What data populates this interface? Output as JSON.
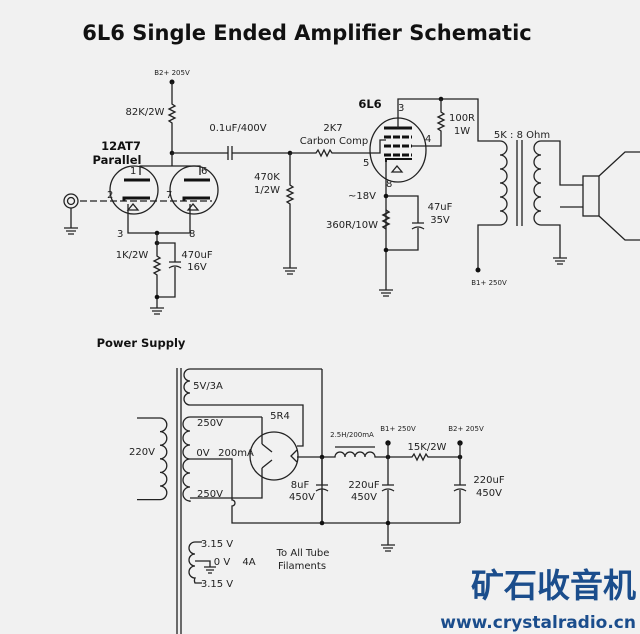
{
  "title": "6L6 Single Ended Amplifier Schematic",
  "amplifier": {
    "b2_label": "B2+ 205V",
    "r_plate": "82K/2W",
    "tube1_name": "12AT7",
    "tube1_config": "Parallel",
    "c_coupling": "0.1uF/400V",
    "r_grid": "470K",
    "r_grid_power": "1/2W",
    "r_grid_stop": "2K7",
    "r_grid_stop_type": "Carbon Comp",
    "r_cathode1": "1K/2W",
    "c_cathode1": "470uF",
    "c_cathode1_v": "16V",
    "tube2_name": "6L6",
    "r_screen": "100R",
    "r_screen_power": "1W",
    "cathode_voltage": "~18V",
    "r_cathode2": "360R/10W",
    "c_cathode2": "47uF",
    "c_cathode2_v": "35V",
    "transformer": "5K : 8 Ohm",
    "b1_label": "B1+ 250V",
    "pins": {
      "p1": "1",
      "p2": "2",
      "p3": "3",
      "p6": "6",
      "p7": "7",
      "p8": "8",
      "q3": "3",
      "q4": "4",
      "q5": "5",
      "q8": "8"
    }
  },
  "power_supply": {
    "heading": "Power Supply",
    "primary": "220V",
    "rect_heater": "5V/3A",
    "hv_top": "250V",
    "center_tap": "0V",
    "hv_current": "200mA",
    "hv_bottom": "250V",
    "rectifier": "5R4",
    "choke": "2.5H/200mA",
    "b1_label": "B1+ 250V",
    "b2_label": "B2+ 205V",
    "r_drop": "15K/2W",
    "c1": "8uF",
    "c1_v": "450V",
    "c2": "220uF",
    "c2_v": "450V",
    "c3": "220uF",
    "c3_v": "450V",
    "fil_top": "3.15 V",
    "fil_ct": "0 V",
    "fil_current": "4A",
    "fil_bottom": "3.15 V",
    "fil_note1": "To All Tube",
    "fil_note2": "Filaments"
  },
  "watermark": {
    "cn": "矿石收音机",
    "url": "www.crystalradio.cn"
  }
}
